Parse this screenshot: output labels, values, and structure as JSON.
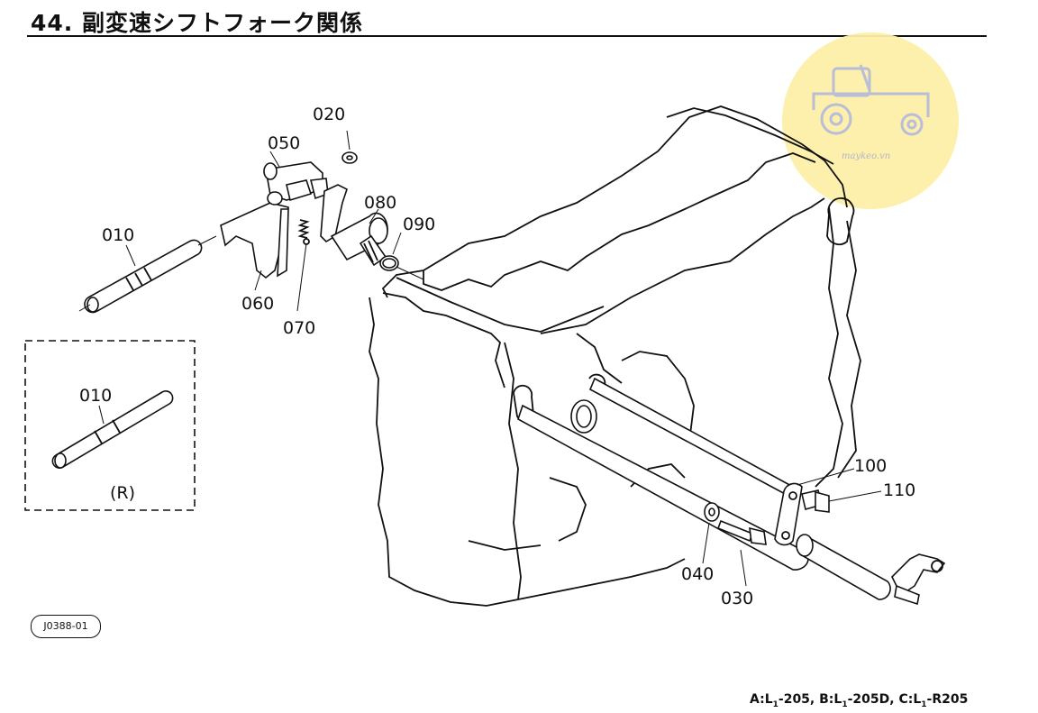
{
  "header": {
    "title": "44. 副変速シフトフォーク関係"
  },
  "parts": {
    "p010": "010",
    "p020": "020",
    "p030": "030",
    "p040": "040",
    "p050": "050",
    "p060": "060",
    "p070": "070",
    "p080": "080",
    "p090": "090",
    "p100": "100",
    "p110": "110",
    "p010r": "010"
  },
  "inset": {
    "label": "(R)"
  },
  "reference_code": "J0388-01",
  "watermark": {
    "text": "maykeo.vn"
  },
  "variants": {
    "a": "A:L",
    "a_sub": "1",
    "a_tail": "-205, ",
    "b": "B:L",
    "b_sub": "1",
    "b_tail": "-205D, ",
    "c": "C:L",
    "c_sub": "1",
    "c_tail": "-R205"
  }
}
